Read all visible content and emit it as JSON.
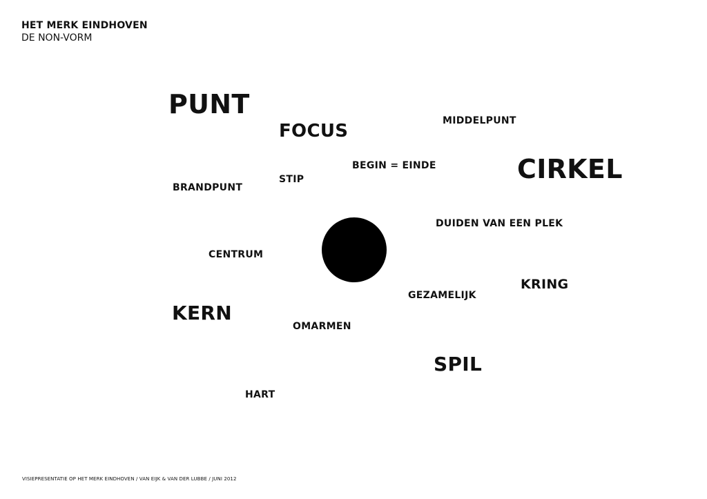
{
  "header": {
    "title": "HET MERK EINDHOVEN",
    "subtitle": "DE NON-VORM"
  },
  "words": {
    "punt": "PUNT",
    "focus": "FOCUS",
    "middelpunt": "MIDDELPUNT",
    "begin_einde": "BEGIN = EINDE",
    "cirkel": "CIRKEL",
    "stip": "STIP",
    "brandpunt": "BRANDPUNT",
    "duiden": "DUIDEN VAN EEN PLEK",
    "centrum": "CENTRUM",
    "kring": "KRING",
    "gezamelijk": "GEZAMELIJK",
    "kern": "KERN",
    "omarmen": "OMARMEN",
    "spil": "SPIL",
    "hart": "HART"
  },
  "footer": {
    "text": "VISIEPRESENTATIE OP HET MERK EINDHOVEN / VAN EIJK & VAN DER LUBBE / JUNI 2012"
  },
  "colors": {
    "text": "#111111",
    "dot": "#000000",
    "background": "#ffffff"
  }
}
